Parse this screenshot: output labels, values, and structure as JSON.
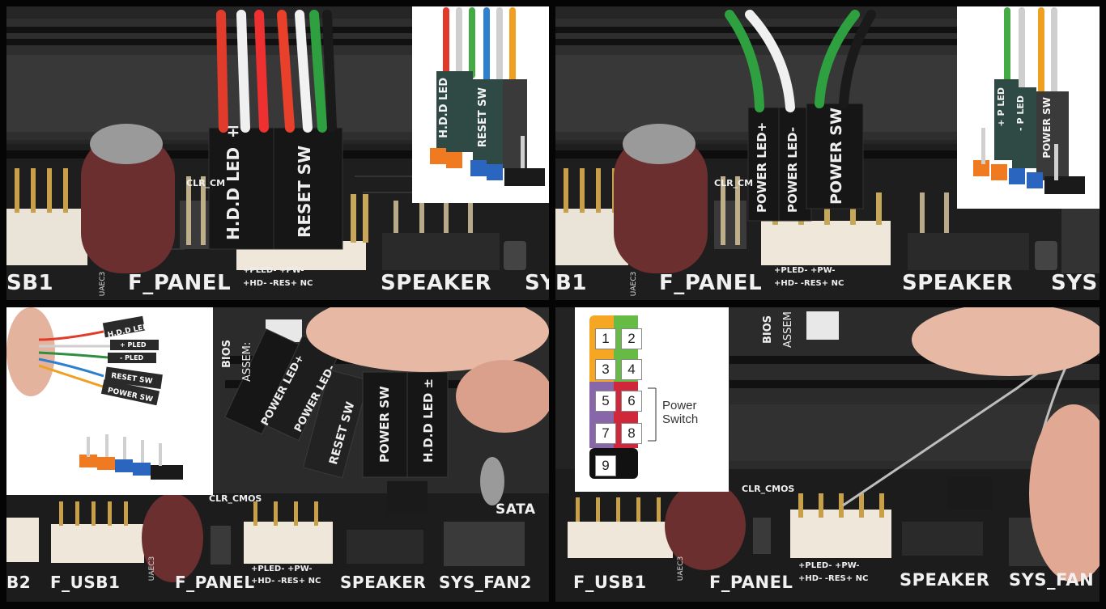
{
  "q1": {
    "silk": {
      "f_panel": "F_PANEL",
      "speaker": "SPEAKER",
      "sys": "SYS",
      "usb": "SB1",
      "uaec3": "UAEC3",
      "clr_cmos": "CLR_CM",
      "pin_row_top": "+PLED- +PW-",
      "pin_row_bottom": "+HD- -RES+ NC"
    },
    "connectors": [
      "H.D.D LED ±",
      "RESET SW"
    ],
    "inset_connectors": [
      "H.D.D LED",
      "RESET SW"
    ]
  },
  "q2": {
    "silk": {
      "f_panel": "F_PANEL",
      "speaker": "SPEAKER",
      "sys": "SYS",
      "usb": "B1",
      "uaec3": "UAEC3",
      "clr_cmos": "CLR_CM",
      "pin_row_top": "+PLED- +PW-",
      "pin_row_bottom": "+HD- -RES+ NC"
    },
    "connectors": [
      "POWER LED+",
      "POWER LED-",
      "POWER SW"
    ],
    "inset_connectors": [
      "+ P LED",
      "- P LED",
      "POWER SW"
    ]
  },
  "q3": {
    "silk": {
      "f_panel": "F_PANEL",
      "speaker": "SPEAKER",
      "sys_fan2": "SYS_FAN2",
      "f_usb1": "F_USB1",
      "usb2": "B2",
      "uaec3": "UAEC3",
      "clr_cmos": "CLR_CMOS",
      "sata": "SATA",
      "bios": "BIOS",
      "assem": "ASSEM:",
      "pin_row_top": "+PLED- +PW-",
      "pin_row_bottom": "+HD- -RES+ NC"
    },
    "connectors": [
      "POWER LED+",
      "POWER LED-",
      "RESET SW",
      "POWER SW",
      "H.D.D LED ±"
    ],
    "inset_labels": [
      "H.D.D LED",
      "+ PLED",
      "- PLED",
      "RESET SW",
      "POWER SW"
    ]
  },
  "q4": {
    "silk": {
      "f_panel": "F_PANEL",
      "speaker": "SPEAKER",
      "sys_fan": "SYS_FAN",
      "f_usb1": "F_USB1",
      "uaec3": "UAEC3",
      "clr_cmos": "CLR_CMOS",
      "bios": "BIOS",
      "assem": "ASSEM",
      "pin_row_top": "+PLED- +PW-",
      "pin_row_bottom": "+HD- -RES+ NC"
    },
    "pin_diagram": {
      "pins": [
        "1",
        "2",
        "3",
        "4",
        "5",
        "6",
        "7",
        "8",
        "9"
      ],
      "power_switch_label": "Power Switch"
    },
    "colors": {
      "pin_orange": "#F5A623",
      "pin_green": "#66BB44",
      "pin_purple": "#8866AA",
      "pin_red": "#D0283A",
      "pin_black": "#111111"
    }
  }
}
